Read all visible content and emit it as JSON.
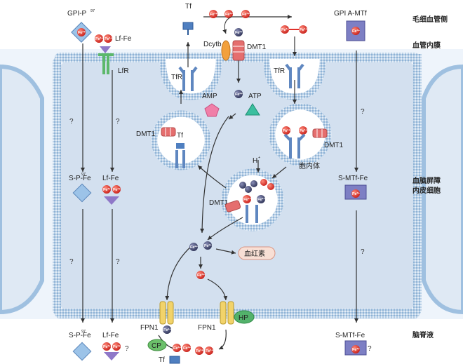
{
  "side_labels": {
    "capillary": "毛细血管侧",
    "endothelium": "血管内膜",
    "bbb_line1": "血脑屏障",
    "bbb_line2": "内皮细胞",
    "csf": "脑脊液"
  },
  "labels": {
    "gpi_p": "GPI-P",
    "sup97": "97",
    "lf_fe": "Lf-Fe",
    "lfr": "LfR",
    "tf": "Tf",
    "dcytb": "Dcytb",
    "dmt1": "DMT1",
    "tfr": "TfR",
    "amp": "AMP",
    "atp": "ATP",
    "endosome": "胞内体",
    "h_plus": "H",
    "plus": "+",
    "gpi_amtf": "GPI A-MTf",
    "s_p_fe": "S-P-Fe",
    "s_mtf_fe": "S-MTf-Fe",
    "heme": "血红素",
    "fpn1": "FPN1",
    "hp": "HP",
    "cp": "CP",
    "question": "?",
    "fe3": "Fe³⁺",
    "fe2": "Fe²⁺"
  },
  "colors": {
    "membrane": "#a9c8e4",
    "cytoplasm": "#d5e1ef",
    "fe3": "#e0312b",
    "fe2": "#4a5076",
    "receptor": "#5f87c0",
    "dmt1": "#e56e6e",
    "fpn1": "#f2d36a",
    "hp": "#53b26b",
    "cp": "#6cc06b",
    "amp": "#f07fa8",
    "atp": "#3bbf9f",
    "mtf": "#7d7fc4",
    "heme_bg": "#f8dfd5"
  }
}
